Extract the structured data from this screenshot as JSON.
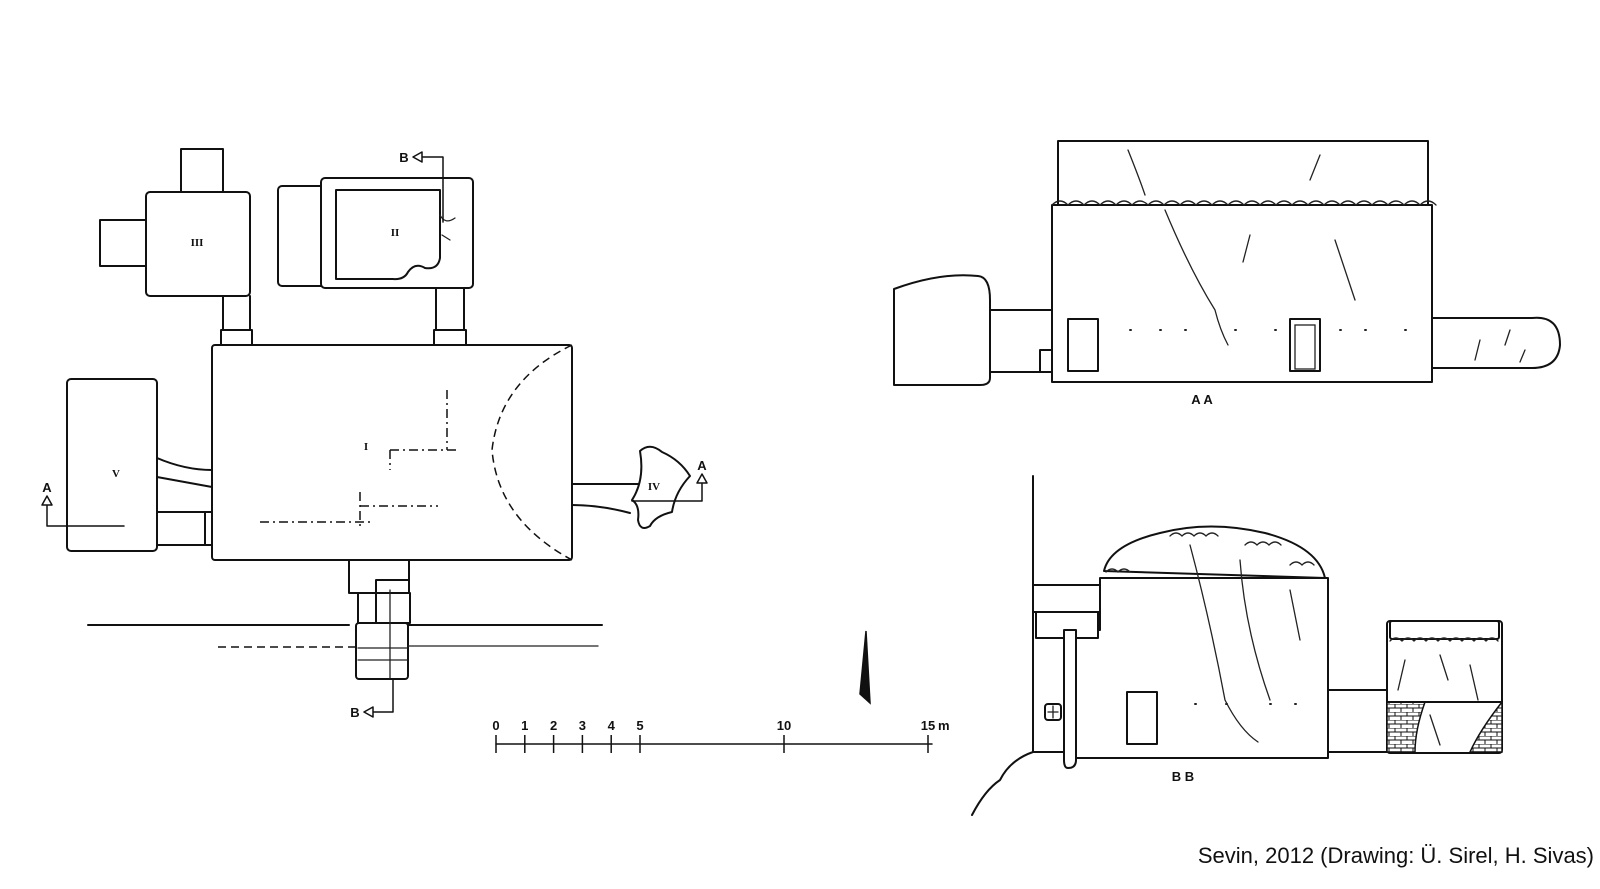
{
  "plan": {
    "room_labels": {
      "room_1": "I",
      "room_2": "II",
      "room_3": "III",
      "room_4": "IV",
      "room_5": "V"
    },
    "section_markers": {
      "a_left": "A",
      "a_right": "A",
      "b_top": "B",
      "b_bottom": "B"
    }
  },
  "sections": {
    "aa_label": "A A",
    "bb_label": "B B"
  },
  "scale_bar": {
    "ticks": [
      "0",
      "1",
      "2",
      "3",
      "4",
      "5",
      "10",
      "15"
    ],
    "unit": "m"
  },
  "credit": "Sevin, 2012 (Drawing: Ü. Sirel, H. Sivas)"
}
